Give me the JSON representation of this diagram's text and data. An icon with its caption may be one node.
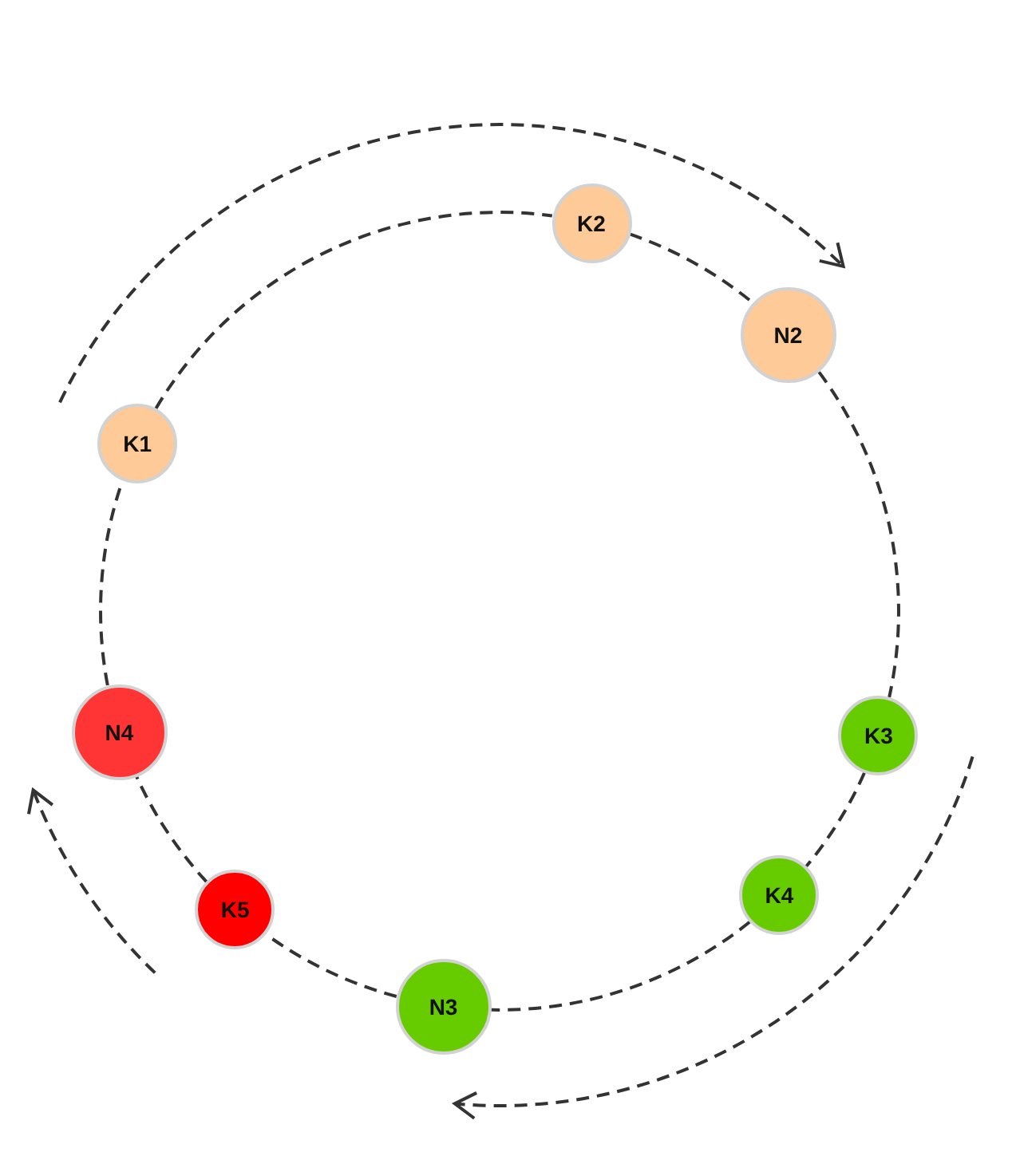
{
  "diagram": {
    "nodes": [
      {
        "text": [
          "K1"
        ]
      },
      {
        "text": [
          "K2"
        ]
      },
      {
        "text": [
          "N2"
        ]
      },
      {
        "text": [
          "K3"
        ]
      },
      {
        "text": [
          "K4"
        ]
      },
      {
        "text": [
          "N3"
        ]
      },
      {
        "text": [
          "K5"
        ]
      },
      {
        "text": [
          "N4"
        ]
      }
    ],
    "edges": [
      {
        "from": 0,
        "to": 1,
        "arrow": "none",
        "style": "dashed"
      },
      {
        "from": 1,
        "to": 2,
        "arrow": "none",
        "style": "dashed"
      },
      {
        "from": 2,
        "to": 3,
        "arrow": "none",
        "style": "dashed"
      },
      {
        "from": 3,
        "to": 4,
        "arrow": "none",
        "style": "dashed"
      },
      {
        "from": 4,
        "to": 5,
        "arrow": "none",
        "style": "dashed"
      },
      {
        "from": 5,
        "to": 6,
        "arrow": "none",
        "style": "dashed"
      },
      {
        "from": 6,
        "to": 7,
        "arrow": "none",
        "style": "dashed"
      },
      {
        "from": 7,
        "to": 0,
        "arrow": "none",
        "style": "dashed"
      }
    ]
  }
}
